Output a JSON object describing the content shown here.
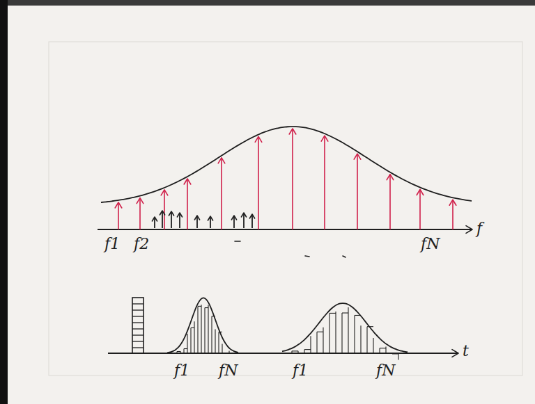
{
  "diagram": {
    "labels": [
      "f1",
      "f2",
      "fN",
      "f",
      "f1",
      "fN",
      "f1",
      "fN",
      "t"
    ]
  }
}
